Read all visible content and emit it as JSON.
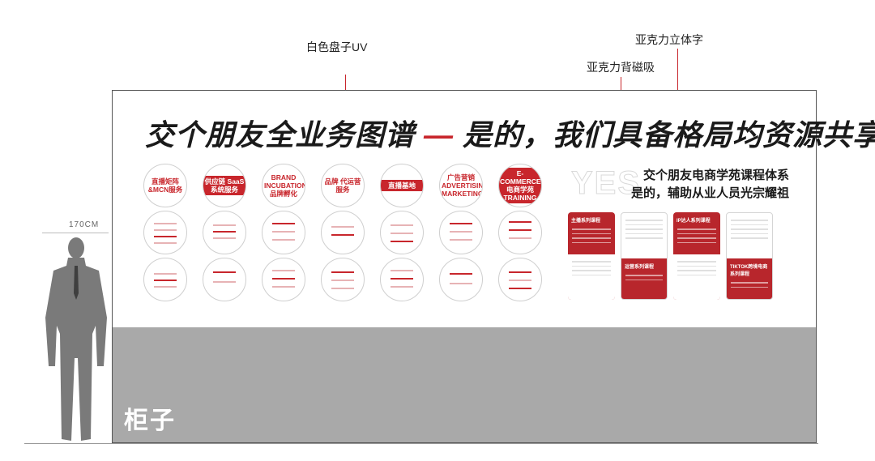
{
  "annotations": {
    "white_plate_uv": "白色盘子UV",
    "acrylic_3d_text": "亚克力立体字",
    "acrylic_magnetic_back": "亚克力背磁吸"
  },
  "headline": {
    "part1": "交个朋友全业务图谱",
    "dash": "—",
    "part2": "是的，我们具备格局均资源共享"
  },
  "plates": [
    {
      "text": "直播矩阵&MCN服务",
      "style": "plain"
    },
    {
      "text": "供应链 SaaS 系统服务",
      "style": "band"
    },
    {
      "text": "BRAND INCUBATION 品牌孵化",
      "style": "plain"
    },
    {
      "text": "品牌 代运营服务",
      "style": "plain"
    },
    {
      "text": "直播基地",
      "style": "band"
    },
    {
      "text": "广告营销 ADVERTISING MARKETING",
      "style": "plain"
    },
    {
      "text": "E-COMMERCE 电商学苑 TRAINING",
      "style": "band"
    }
  ],
  "yes_text": "YES",
  "course": {
    "title_line1": "交个朋友电商学苑课程体系",
    "title_line2": "是的，辅助从业人员光宗耀祖",
    "cards": [
      {
        "title": "主播系列课程",
        "style": "red-top"
      },
      {
        "title": "运营系列课程",
        "style": "white-top"
      },
      {
        "title": "IP达人系列课程",
        "style": "red-top"
      },
      {
        "title": "TIKTOK跨境电商系列课程",
        "style": "white-top"
      }
    ]
  },
  "cabinet_label": "柜子",
  "height_label": "170CM",
  "colors": {
    "accent": "#c8262c",
    "cabinet": "#a9a9a9",
    "figure": "#7a7a7a"
  }
}
